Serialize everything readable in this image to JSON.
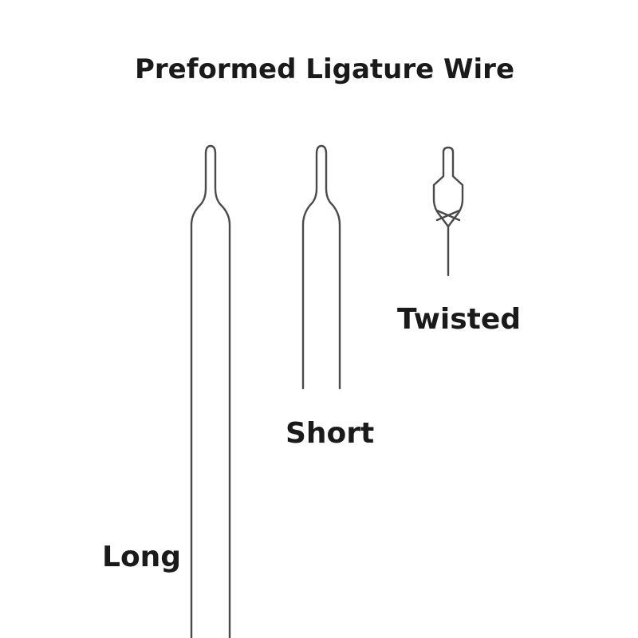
{
  "title": "Preformed Ligature Wire",
  "wires": {
    "long": {
      "label": "Long"
    },
    "short": {
      "label": "Short"
    },
    "twisted": {
      "label": "Twisted"
    }
  },
  "colors": {
    "text": "#1a1a1a",
    "wire": "#4a4a4a",
    "background": "#ffffff"
  }
}
